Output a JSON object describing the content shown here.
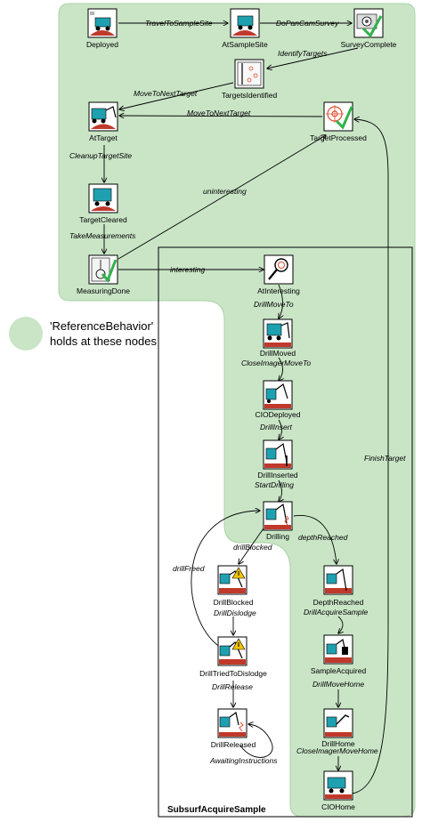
{
  "colors": {
    "region": "#c9e5c6",
    "region_stroke": "#a9d3a5",
    "ground": "#c0392b",
    "machine": "#1fa0b0",
    "check": "#2fb34a",
    "target": "#e04b2c",
    "warn": "#f2c400"
  },
  "legend": {
    "line1": "'ReferenceBehavior'",
    "line2": "holds at these nodes"
  },
  "box": {
    "title": "SubsurfAcquireSample"
  },
  "nodes": {
    "deployed": {
      "label": "Deployed",
      "icon": "rover-on-ground-icon"
    },
    "at_sample_site": {
      "label": "AtSampleSite",
      "icon": "rover-on-ground-icon"
    },
    "survey_complete": {
      "label": "SurveyComplete",
      "icon": "camera-check-icon"
    },
    "targets_identified": {
      "label": "TargetsIdentified",
      "icon": "targets-map-icon"
    },
    "at_target": {
      "label": "AtTarget",
      "icon": "rover-arm-icon"
    },
    "target_processed": {
      "label": "TargetProcessed",
      "icon": "target-check-icon"
    },
    "target_cleared": {
      "label": "TargetCleared",
      "icon": "rover-cleared-icon"
    },
    "measuring_done": {
      "label": "MeasuringDone",
      "icon": "measure-check-icon"
    },
    "at_interesting": {
      "label": "AtInteresting",
      "icon": "magnifier-icon"
    },
    "drill_moved": {
      "label": "DrillMoved",
      "icon": "drill-rover-icon"
    },
    "cio_deployed": {
      "label": "CIODeployed",
      "icon": "drill-arm-icon"
    },
    "drill_inserted": {
      "label": "DrillInserted",
      "icon": "drill-insert-icon"
    },
    "drilling": {
      "label": "Drilling",
      "icon": "drill-active-icon"
    },
    "drill_blocked": {
      "label": "DrillBlocked",
      "icon": "drill-warning-icon"
    },
    "drill_tried_to_dislodge": {
      "label": "DrillTriedToDislodge",
      "icon": "drill-warning-icon"
    },
    "drill_released": {
      "label": "DrillReleased",
      "icon": "drill-released-icon"
    },
    "depth_reached": {
      "label": "DepthReached",
      "icon": "drill-depth-icon"
    },
    "sample_acquired": {
      "label": "SampleAcquired",
      "icon": "sample-icon"
    },
    "drill_home": {
      "label": "DrillHome",
      "icon": "drill-home-icon"
    },
    "cio_home": {
      "label": "CIOHome",
      "icon": "rover-home-icon"
    }
  },
  "edges": {
    "travel_to_sample_site": "TravelToSampleSite",
    "do_pan_cam_survey": "DoPanCamSurvey",
    "identify_targets": "IdentifyTargets",
    "move_to_next_target_1": "MoveToNextTarget",
    "move_to_next_target_2": "MoveToNextTarget",
    "cleanup_target_site": "CleanupTargetSite",
    "take_measurements": "TakeMeasurements",
    "uninteresting": "uninteresting",
    "interesting": "interesting",
    "drill_move_to": "DrillMoveTo",
    "close_imager_move_to": "CloseImagerMoveTo",
    "drill_insert": "DrillInsert",
    "start_drilling": "StartDrilling",
    "drill_freed": "drillFreed",
    "drill_blocked": "drillBlocked",
    "depth_reached": "depthReached",
    "drill_dislodge": "DrillDislodge",
    "drill_release": "DrillRelease",
    "drill_acquire_sample": "DrillAcquireSample",
    "drill_move_home": "DrillMoveHome",
    "close_imager_move_home": "CloseImagerMoveHome",
    "awaiting_instructions": "AwaitingInstructions",
    "finish_target": "FinishTarget"
  }
}
